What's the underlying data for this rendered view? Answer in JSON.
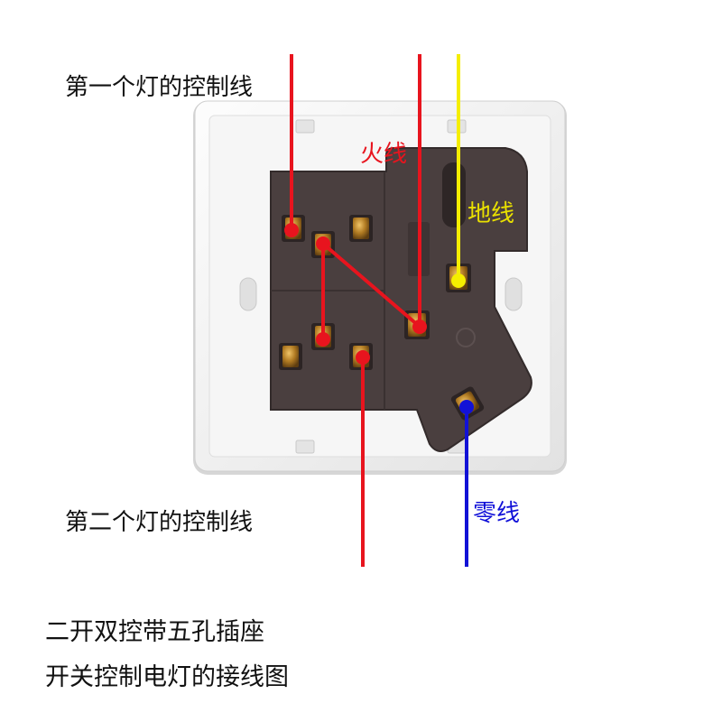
{
  "labels": {
    "first_light_wire": "第一个灯的控制线",
    "second_light_wire": "第二个灯的控制线",
    "live_wire": "火线",
    "ground_wire": "地线",
    "neutral_wire": "零线"
  },
  "caption": {
    "line1": "二开双控带五孔插座",
    "line2": "开关控制电灯的接线图"
  },
  "colors": {
    "live": "#e8141e",
    "ground": "#f5ee00",
    "neutral": "#1212d6",
    "body": "#4a3f3f",
    "plate": "#f2f2f2"
  }
}
